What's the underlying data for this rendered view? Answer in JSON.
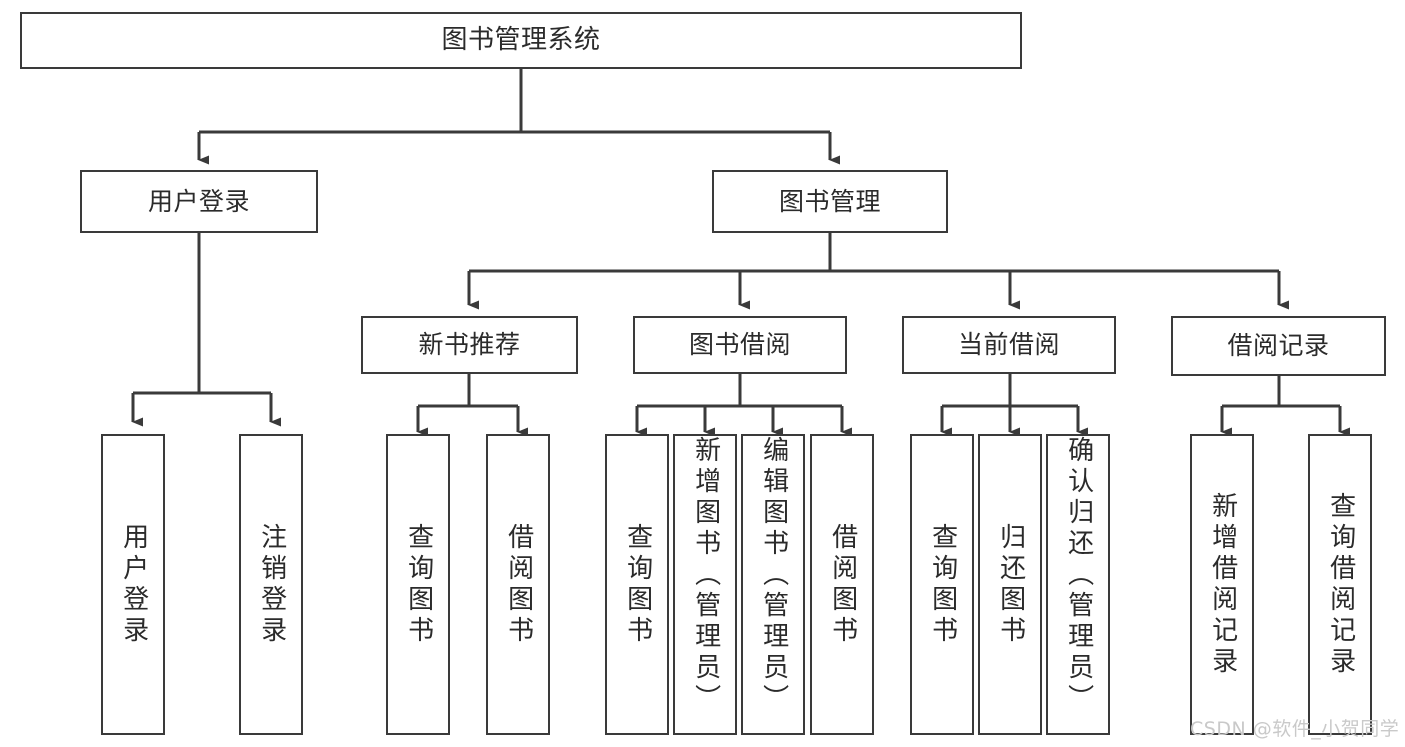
{
  "diagram": {
    "title": "图书管理系统",
    "type": "tree",
    "colors": {
      "box_border": "#3a3a3a",
      "box_fill": "#ffffff",
      "connector": "#3a3a3a",
      "text": "#2b2b2b",
      "watermark": "#c9c9c9",
      "background": "#ffffff"
    },
    "root": {
      "label": "图书管理系统"
    },
    "level2": [
      {
        "label": "用户登录"
      },
      {
        "label": "图书管理"
      }
    ],
    "level3": [
      {
        "label": "新书推荐"
      },
      {
        "label": "图书借阅"
      },
      {
        "label": "当前借阅"
      },
      {
        "label": "借阅记录"
      }
    ],
    "leaves": {
      "user_login": [
        {
          "label": "用户登录"
        },
        {
          "label": "注销登录"
        }
      ],
      "new_book_recommend": [
        {
          "label": "查询图书"
        },
        {
          "label": "借阅图书"
        }
      ],
      "book_borrow": [
        {
          "label": "查询图书"
        },
        {
          "label": "新增图书（管理员）"
        },
        {
          "label": "编辑图书（管理员）"
        },
        {
          "label": "借阅图书"
        }
      ],
      "current_borrow": [
        {
          "label": "查询图书"
        },
        {
          "label": "归还图书"
        },
        {
          "label": "确认归还（管理员）"
        }
      ],
      "borrow_record": [
        {
          "label": "新增借阅记录"
        },
        {
          "label": "查询借阅记录"
        }
      ]
    }
  },
  "watermark": {
    "text": "CSDN @软件_小贺同学"
  }
}
